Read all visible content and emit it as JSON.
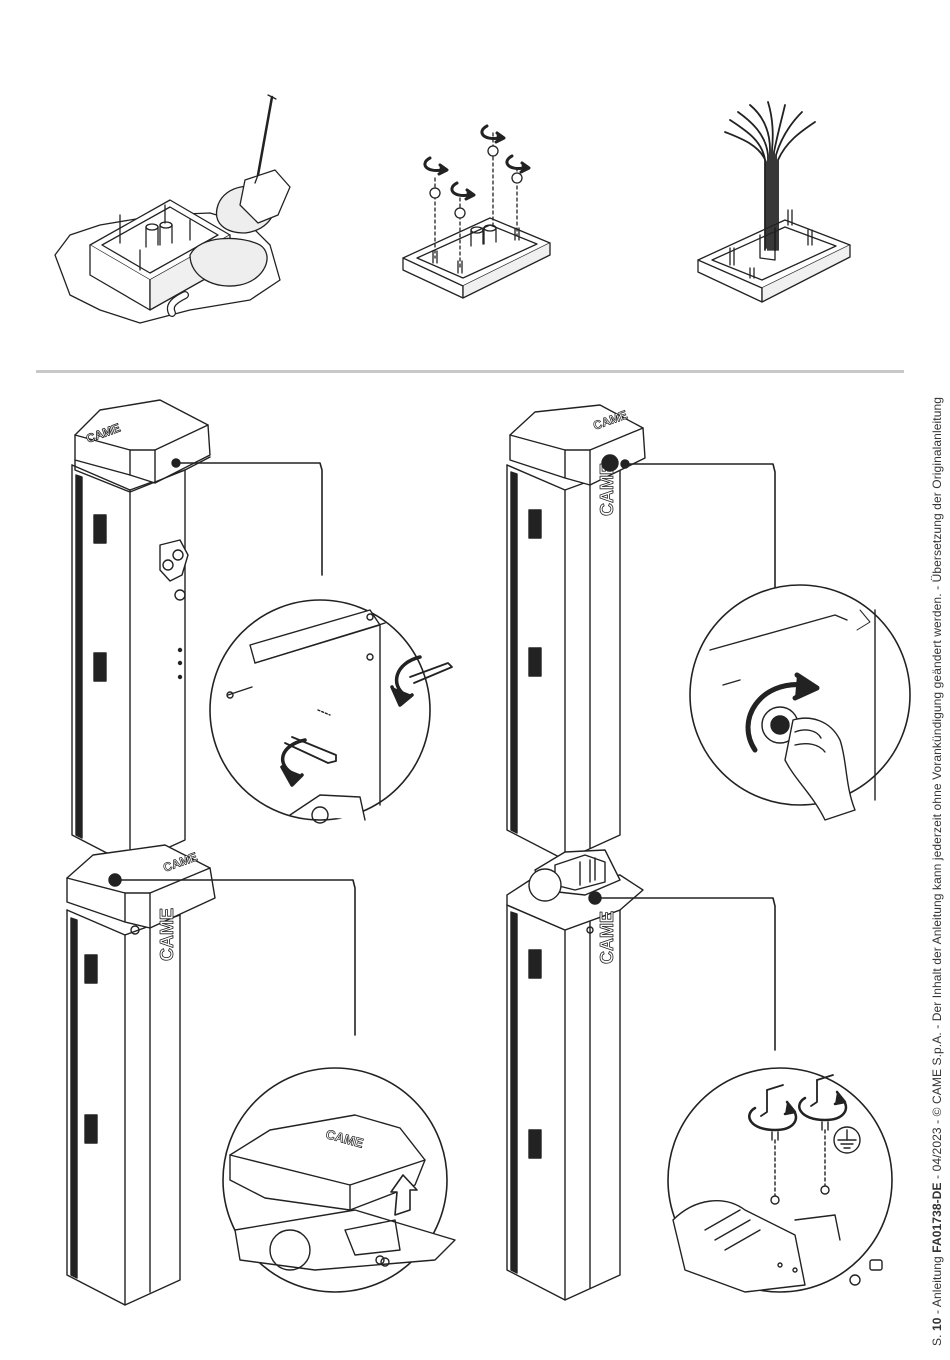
{
  "footer": {
    "page_prefix": "S.",
    "page_number": "10",
    "text_a": " - Anleitung ",
    "doc_code": "FA01738-DE",
    "text_b": " - 04/2023 - © CAME S.p.A. - Der Inhalt der Anleitung kann jederzeit ohne Vorankündigung geändert werden. - Übersetzung der Originalanleitung"
  },
  "brand": {
    "logo": "CAME"
  },
  "icons": {
    "shovel": "shovel-icon",
    "rotate_arrow": "rotate-arrow-icon",
    "allen_key": "allen-key-icon",
    "hand": "hand-icon",
    "ground": "ground-symbol-icon",
    "lift_arrow": "lift-arrow-icon"
  }
}
